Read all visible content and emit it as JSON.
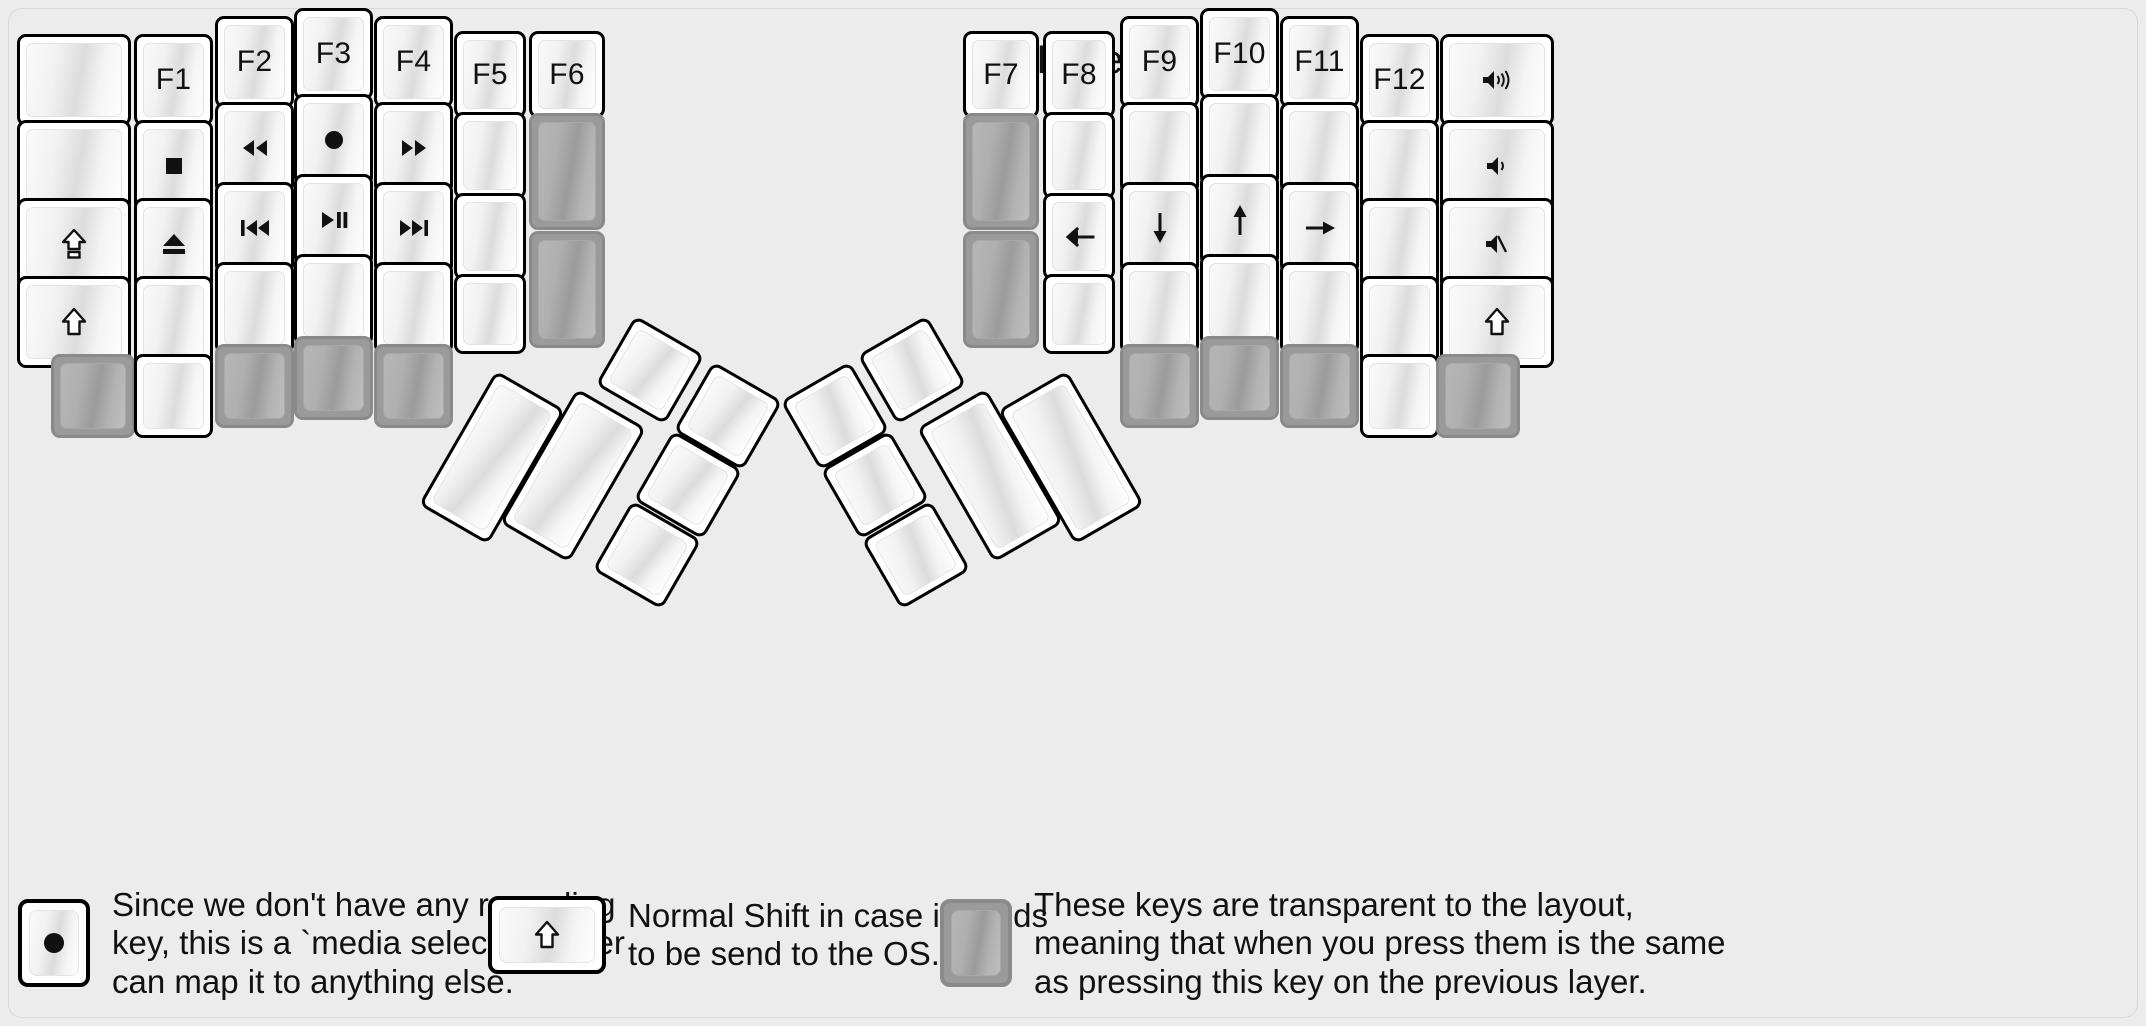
{
  "title": "fn Layer",
  "colors": {
    "background": "#ececec",
    "key_face": "#ffffff",
    "key_border": "#000000",
    "transparent_key": "#9a9a9a",
    "transparent_border": "#8a8a8a",
    "text": "#111111"
  },
  "left_half": {
    "columns": [
      {
        "name": "col-pinky-outer",
        "keys": [
          {
            "label": "",
            "icon": "",
            "transparent": false
          },
          {
            "label": "",
            "icon": "",
            "transparent": false
          },
          {
            "label": "",
            "icon": "caps-lock-icon",
            "transparent": false
          },
          {
            "label": "",
            "icon": "shift-icon",
            "transparent": false
          },
          {
            "label": "",
            "icon": "",
            "transparent": true
          }
        ]
      },
      {
        "name": "col-pinky",
        "keys": [
          {
            "label": "F1",
            "icon": "",
            "transparent": false
          },
          {
            "label": "",
            "icon": "media-stop-icon",
            "transparent": false
          },
          {
            "label": "",
            "icon": "media-eject-icon",
            "transparent": false
          },
          {
            "label": "",
            "icon": "",
            "transparent": false
          },
          {
            "label": "",
            "icon": "",
            "transparent": false
          }
        ]
      },
      {
        "name": "col-ring",
        "keys": [
          {
            "label": "F2",
            "icon": "",
            "transparent": false
          },
          {
            "label": "",
            "icon": "media-rewind-icon",
            "transparent": false
          },
          {
            "label": "",
            "icon": "media-previous-icon",
            "transparent": false
          },
          {
            "label": "",
            "icon": "",
            "transparent": false
          },
          {
            "label": "",
            "icon": "",
            "transparent": true
          }
        ]
      },
      {
        "name": "col-middle",
        "keys": [
          {
            "label": "F3",
            "icon": "",
            "transparent": false
          },
          {
            "label": "",
            "icon": "media-record-icon",
            "transparent": false
          },
          {
            "label": "",
            "icon": "media-play-pause-icon",
            "transparent": false
          },
          {
            "label": "",
            "icon": "",
            "transparent": false
          },
          {
            "label": "",
            "icon": "",
            "transparent": true
          }
        ]
      },
      {
        "name": "col-index",
        "keys": [
          {
            "label": "F4",
            "icon": "",
            "transparent": false
          },
          {
            "label": "",
            "icon": "media-fast-forward-icon",
            "transparent": false
          },
          {
            "label": "",
            "icon": "media-next-icon",
            "transparent": false
          },
          {
            "label": "",
            "icon": "",
            "transparent": false
          },
          {
            "label": "",
            "icon": "",
            "transparent": true
          }
        ]
      },
      {
        "name": "col-index-inner",
        "keys": [
          {
            "label": "F5",
            "icon": "",
            "transparent": false
          },
          {
            "label": "",
            "icon": "",
            "transparent": false
          },
          {
            "label": "",
            "icon": "",
            "transparent": false
          },
          {
            "label": "",
            "icon": "",
            "transparent": false
          }
        ]
      },
      {
        "name": "col-thumb-outer",
        "keys": [
          {
            "label": "F6",
            "icon": "",
            "transparent": false
          },
          {
            "label": "",
            "icon": "",
            "transparent": true,
            "tall": true
          },
          {
            "label": "",
            "icon": "",
            "transparent": true,
            "tall": true
          }
        ]
      }
    ],
    "thumb_cluster": [
      {
        "name": "thumb-big-1",
        "label": "",
        "icon": "",
        "transparent": false
      },
      {
        "name": "thumb-big-2",
        "label": "",
        "icon": "",
        "transparent": false
      },
      {
        "name": "thumb-small-1",
        "label": "",
        "icon": "",
        "transparent": false
      },
      {
        "name": "thumb-small-2",
        "label": "",
        "icon": "",
        "transparent": false
      },
      {
        "name": "thumb-small-3",
        "label": "",
        "icon": "",
        "transparent": false
      },
      {
        "name": "thumb-small-4",
        "label": "",
        "icon": "",
        "transparent": false
      }
    ]
  },
  "right_half": {
    "columns": [
      {
        "name": "col-thumb-outer",
        "keys": [
          {
            "label": "F7",
            "icon": "",
            "transparent": false
          },
          {
            "label": "",
            "icon": "",
            "transparent": true,
            "tall": true
          },
          {
            "label": "",
            "icon": "",
            "transparent": true,
            "tall": true
          }
        ]
      },
      {
        "name": "col-index-inner",
        "keys": [
          {
            "label": "F8",
            "icon": "",
            "transparent": false
          },
          {
            "label": "",
            "icon": "",
            "transparent": false
          },
          {
            "label": "",
            "icon": "arrow-left-icon",
            "transparent": false
          },
          {
            "label": "",
            "icon": "",
            "transparent": false
          }
        ]
      },
      {
        "name": "col-index",
        "keys": [
          {
            "label": "F9",
            "icon": "",
            "transparent": false
          },
          {
            "label": "",
            "icon": "",
            "transparent": false
          },
          {
            "label": "",
            "icon": "arrow-down-icon",
            "transparent": false
          },
          {
            "label": "",
            "icon": "",
            "transparent": false
          },
          {
            "label": "",
            "icon": "",
            "transparent": true
          }
        ]
      },
      {
        "name": "col-middle",
        "keys": [
          {
            "label": "F10",
            "icon": "",
            "transparent": false
          },
          {
            "label": "",
            "icon": "",
            "transparent": false
          },
          {
            "label": "",
            "icon": "arrow-up-icon",
            "transparent": false
          },
          {
            "label": "",
            "icon": "",
            "transparent": false
          },
          {
            "label": "",
            "icon": "",
            "transparent": true
          }
        ]
      },
      {
        "name": "col-ring",
        "keys": [
          {
            "label": "F11",
            "icon": "",
            "transparent": false
          },
          {
            "label": "",
            "icon": "",
            "transparent": false
          },
          {
            "label": "",
            "icon": "arrow-right-icon",
            "transparent": false
          },
          {
            "label": "",
            "icon": "",
            "transparent": false
          },
          {
            "label": "",
            "icon": "",
            "transparent": true
          }
        ]
      },
      {
        "name": "col-pinky",
        "keys": [
          {
            "label": "F12",
            "icon": "",
            "transparent": false
          },
          {
            "label": "",
            "icon": "",
            "transparent": false
          },
          {
            "label": "",
            "icon": "",
            "transparent": false
          },
          {
            "label": "",
            "icon": "",
            "transparent": false
          },
          {
            "label": "",
            "icon": "",
            "transparent": false
          }
        ]
      },
      {
        "name": "col-pinky-outer",
        "keys": [
          {
            "label": "",
            "icon": "volume-up-icon",
            "transparent": false
          },
          {
            "label": "",
            "icon": "volume-down-icon",
            "transparent": false
          },
          {
            "label": "",
            "icon": "volume-mute-icon",
            "transparent": false
          },
          {
            "label": "",
            "icon": "shift-icon",
            "transparent": false
          },
          {
            "label": "",
            "icon": "",
            "transparent": true
          }
        ]
      }
    ],
    "thumb_cluster": [
      {
        "name": "thumb-small-1",
        "label": "",
        "icon": "",
        "transparent": false
      },
      {
        "name": "thumb-small-2",
        "label": "",
        "icon": "",
        "transparent": false
      },
      {
        "name": "thumb-small-3",
        "label": "",
        "icon": "",
        "transparent": false
      },
      {
        "name": "thumb-small-4",
        "label": "",
        "icon": "",
        "transparent": false
      },
      {
        "name": "thumb-big-1",
        "label": "",
        "icon": "",
        "transparent": false
      },
      {
        "name": "thumb-big-2",
        "label": "",
        "icon": "",
        "transparent": false
      }
    ]
  },
  "legend": [
    {
      "icon": "media-record-icon",
      "transparent": false,
      "text": "Since we don't have any recording\nkey, this is a `media select` so user\ncan map it to anything else."
    },
    {
      "icon": "shift-icon",
      "transparent": false,
      "text": "Normal Shift in case it needs\nto be send to the OS."
    },
    {
      "icon": "",
      "transparent": true,
      "text": "These keys are transparent to the layout,\nmeaning that when you press them is the same\nas pressing this key on the previous layer."
    }
  ]
}
